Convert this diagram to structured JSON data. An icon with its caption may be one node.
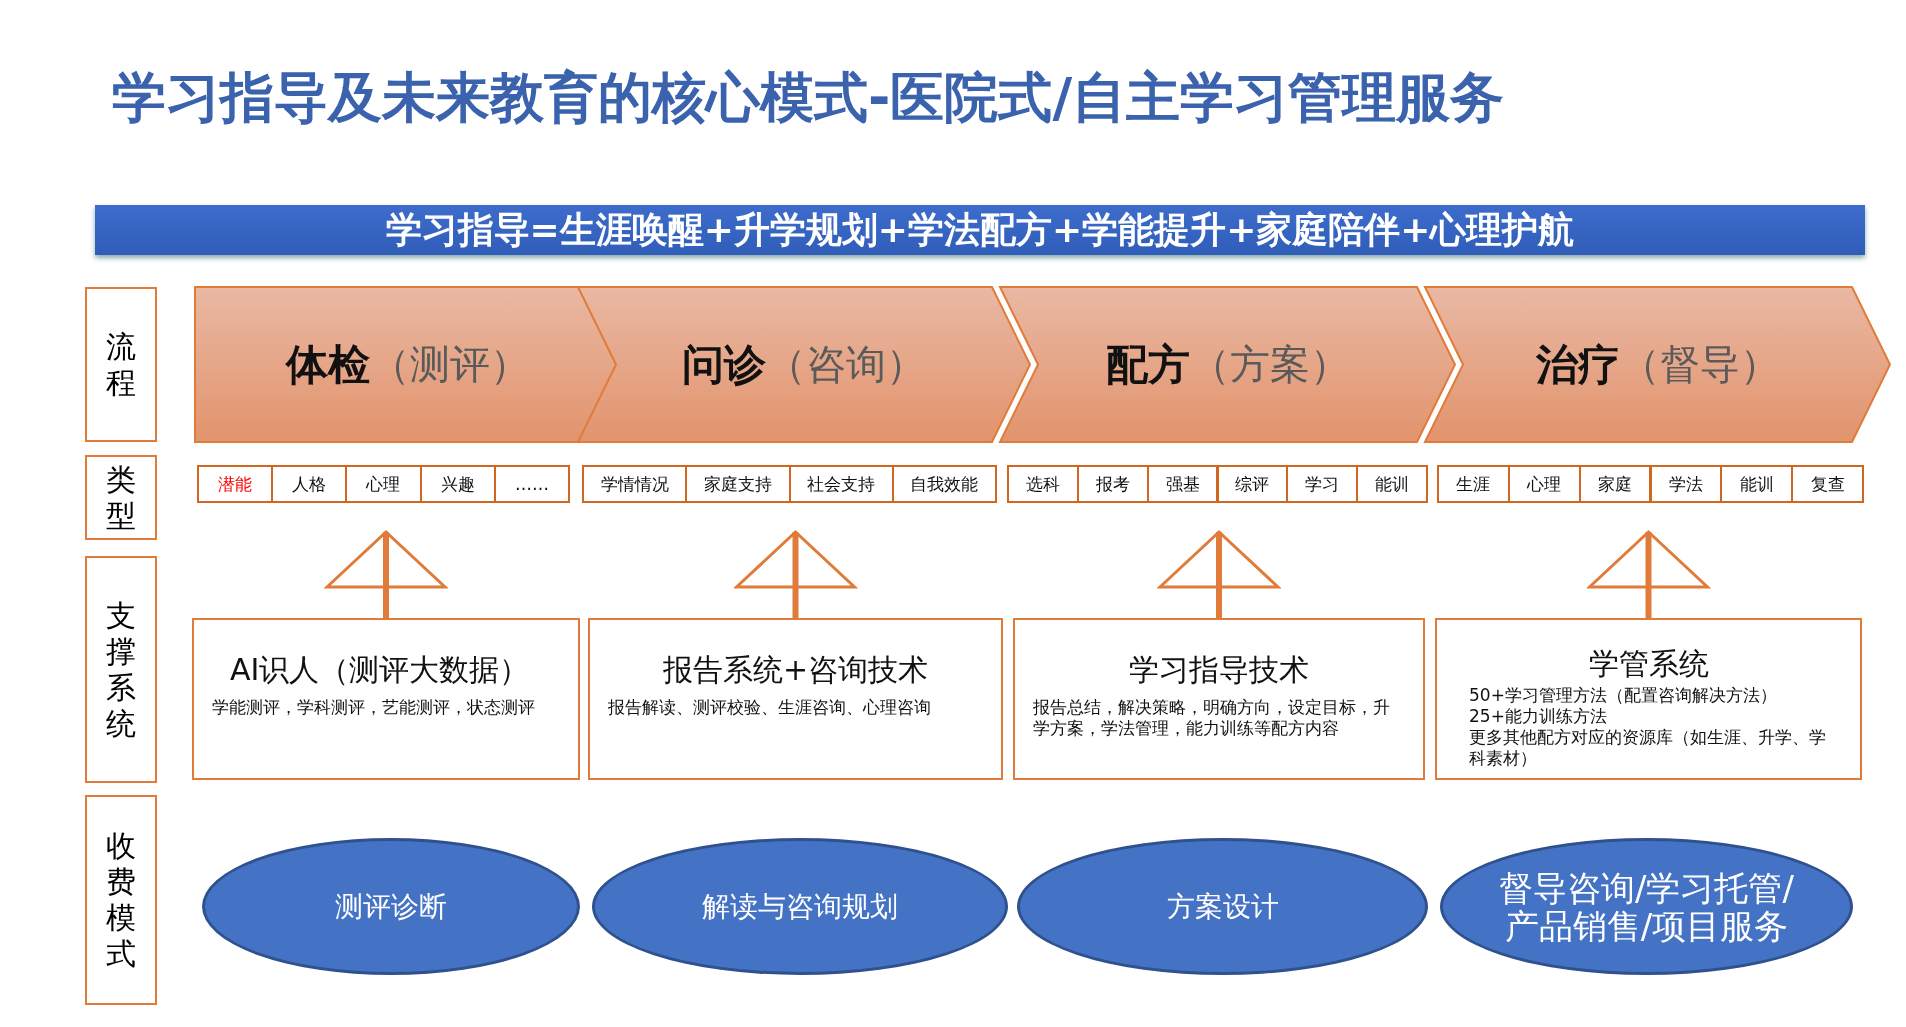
{
  "diagram": {
    "title": "学习指导及未来教育的核心模式-医院式/自主学习管理服务",
    "nodes": [
      {
        "text": [
          "学习指导=生涯唤醒+升学规划+学法配方+学能提升+家庭陪伴+心理护航"
        ]
      },
      {
        "text": [
          "流程"
        ]
      },
      {
        "text": [
          "体检",
          "（测评）"
        ]
      },
      {
        "text": [
          "问诊",
          "（咨询）"
        ]
      },
      {
        "text": [
          "配方",
          "（方案）"
        ]
      },
      {
        "text": [
          "治疗",
          "（督导）"
        ]
      },
      {
        "text": [
          "类型"
        ]
      },
      {
        "text": [
          "潜能"
        ]
      },
      {
        "text": [
          "人格"
        ]
      },
      {
        "text": [
          "心理"
        ]
      },
      {
        "text": [
          "兴趣"
        ]
      },
      {
        "text": [
          "……"
        ]
      },
      {
        "text": [
          "学情情况"
        ]
      },
      {
        "text": [
          "家庭支持"
        ]
      },
      {
        "text": [
          "社会支持"
        ]
      },
      {
        "text": [
          "自我效能"
        ]
      },
      {
        "text": [
          "选科"
        ]
      },
      {
        "text": [
          "报考"
        ]
      },
      {
        "text": [
          "强基"
        ]
      },
      {
        "text": [
          "综评"
        ]
      },
      {
        "text": [
          "学习"
        ]
      },
      {
        "text": [
          "能训"
        ]
      },
      {
        "text": [
          "生涯"
        ]
      },
      {
        "text": [
          "心理"
        ]
      },
      {
        "text": [
          "家庭"
        ]
      },
      {
        "text": [
          "学法"
        ]
      },
      {
        "text": [
          "能训"
        ]
      },
      {
        "text": [
          "复查"
        ]
      },
      {
        "text": [
          "支撑系统"
        ]
      },
      {
        "text": [
          "AI识人（测评大数据）",
          "学能测评，学科测评，艺能测评，状态测评"
        ]
      },
      {
        "text": [
          "报告系统+咨询技术",
          "报告解读、测评校验、生涯咨询、心理咨询"
        ]
      },
      {
        "text": [
          "学习指导技术",
          "报告总结，解决策略，明确方向，设定目标，升学方案，学法管理，能力训练等配方内容"
        ]
      },
      {
        "text": [
          "学管系统",
          "50+学习管理方法（配置咨询解决方法）",
          "25+能力训练方法",
          "更多其他配方对应的资源库（如生涯、升学、学科素材）"
        ]
      },
      {
        "text": [
          "收费模式"
        ]
      },
      {
        "text": [
          "测评诊断"
        ]
      },
      {
        "text": [
          "解读与咨询规划"
        ]
      },
      {
        "text": [
          "方案设计"
        ]
      },
      {
        "text": [
          "督导咨询/学习托管/产品销售/项目服务"
        ]
      }
    ],
    "edges": [
      {
        "from": 29,
        "to": 9,
        "arrow": "to"
      },
      {
        "from": 30,
        "to": 13,
        "arrow": "to"
      },
      {
        "from": 31,
        "to": 18,
        "arrow": "to"
      },
      {
        "from": 32,
        "to": 24,
        "arrow": "to"
      }
    ]
  }
}
